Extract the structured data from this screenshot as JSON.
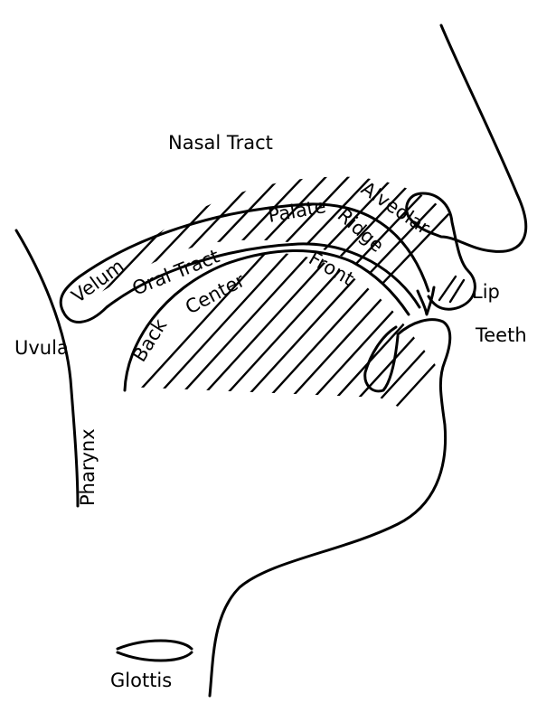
{
  "labels": {
    "nasal_tract": "Nasal Tract",
    "palate": "Palate",
    "alveolar": "Alveolar",
    "ridge": "Ridge",
    "velum": "Velum",
    "oral_tract": "Oral Tract",
    "front": "Front",
    "center": "Center",
    "back": "Back",
    "lip": "Lip",
    "teeth": "Teeth",
    "uvula": "Uvula",
    "pharynx": "Pharynx",
    "glottis": "Glottis"
  }
}
